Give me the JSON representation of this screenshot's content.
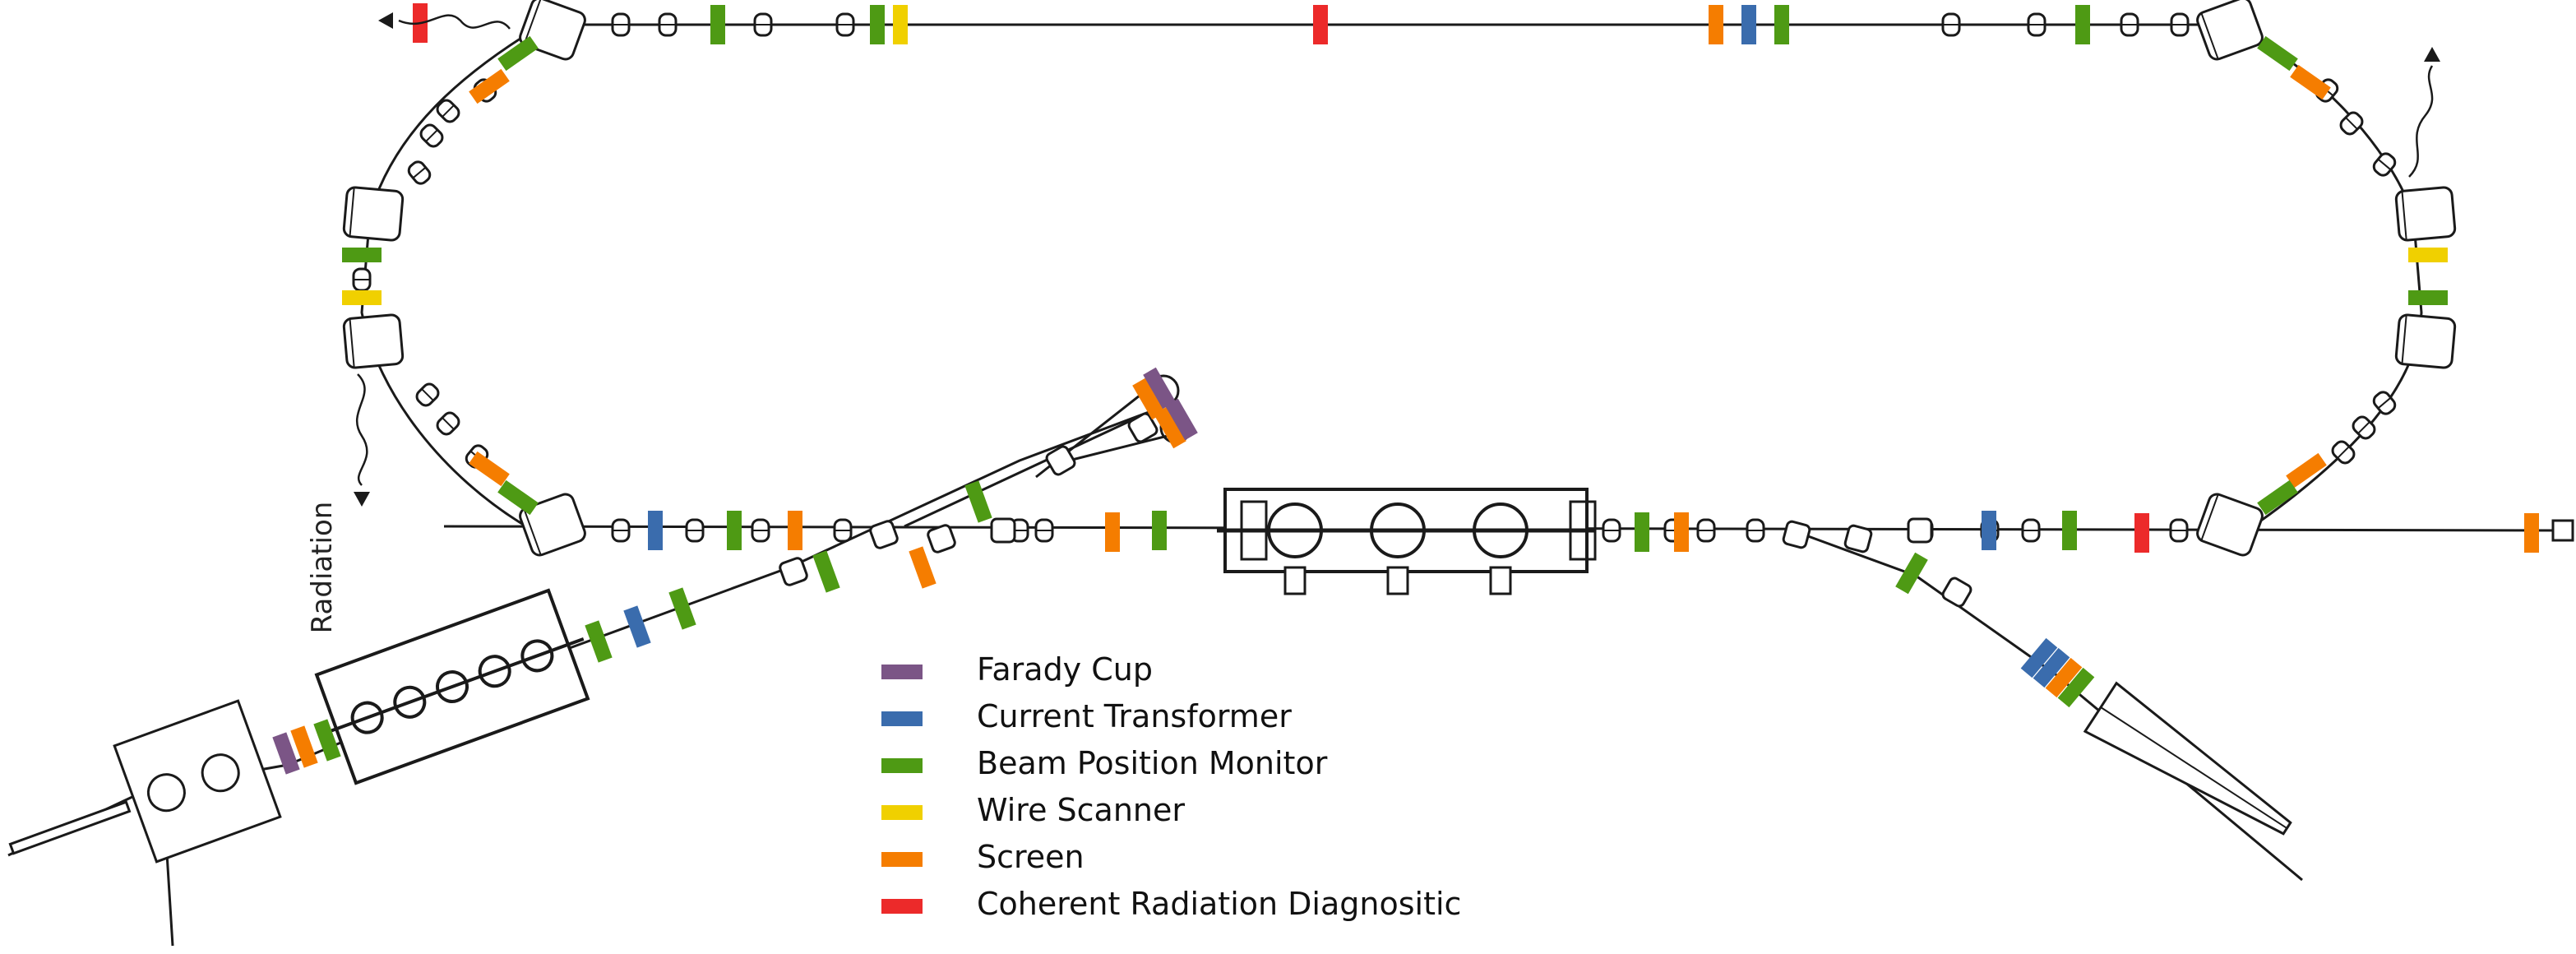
{
  "colors": {
    "faraday_cup": "#7b5586",
    "current_transformer": "#3a6cad",
    "beam_position_monitor": "#4e9a14",
    "wire_scanner": "#f0d000",
    "screen": "#f57d00",
    "coherent_radiation": "#ec2a2a",
    "line": "#1a1a1a"
  },
  "legend": [
    {
      "key": "faraday_cup",
      "label": "Farady Cup"
    },
    {
      "key": "current_transformer",
      "label": "Current Transformer"
    },
    {
      "key": "beam_position_monitor",
      "label": "Beam Position Monitor"
    },
    {
      "key": "wire_scanner",
      "label": "Wire Scanner"
    },
    {
      "key": "screen",
      "label": "Screen"
    },
    {
      "key": "coherent_radiation",
      "label": "Coherent Radiation Diagnositic"
    }
  ],
  "annotations": {
    "radiation_label": "Radiation"
  }
}
